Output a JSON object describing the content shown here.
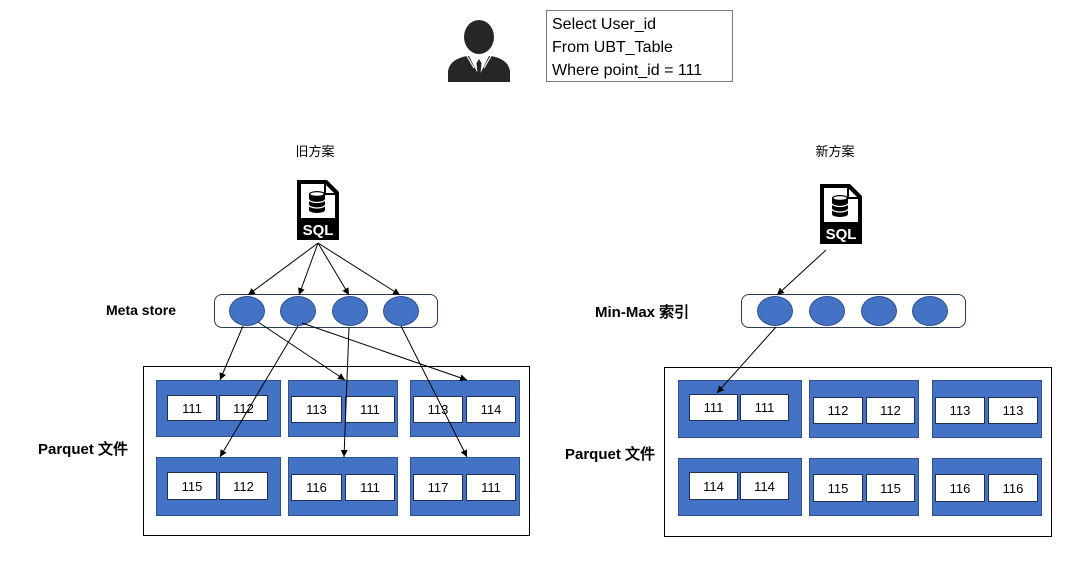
{
  "icons": {
    "user": "person-icon",
    "sql_file": "sql-file-icon"
  },
  "colors": {
    "block_fill": "#4472c4",
    "block_border": "#2f528f"
  },
  "query": {
    "lines": [
      "Select User_id",
      "From UBT_Table",
      "Where point_id = 111"
    ]
  },
  "old_scheme": {
    "title": "旧方案",
    "sql_icon_label": "SQL",
    "index_label": "Meta store",
    "files_label": "Parquet 文件",
    "files": [
      [
        "111",
        "112"
      ],
      [
        "113",
        "111"
      ],
      [
        "113",
        "114"
      ],
      [
        "115",
        "112"
      ],
      [
        "116",
        "111"
      ],
      [
        "117",
        "111"
      ]
    ]
  },
  "new_scheme": {
    "title": "新方案",
    "sql_icon_label": "SQL",
    "index_label": "Min-Max 索引",
    "files_label": "Parquet 文件",
    "files": [
      [
        "111",
        "111"
      ],
      [
        "112",
        "112"
      ],
      [
        "113",
        "113"
      ],
      [
        "114",
        "114"
      ],
      [
        "115",
        "115"
      ],
      [
        "116",
        "116"
      ]
    ]
  }
}
